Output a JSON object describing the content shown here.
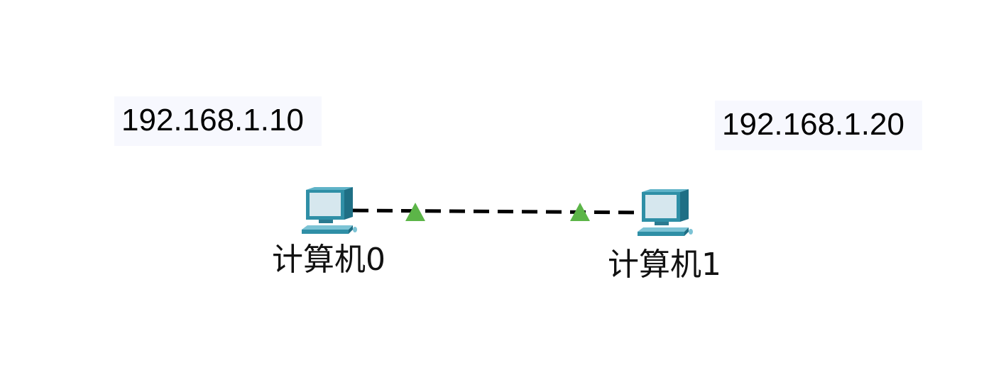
{
  "diagram": {
    "colors": {
      "link_line": "#000000",
      "link_status_up": "#5cb548",
      "note_background": "#f7f8fe",
      "pc_body": "#2f8fa6",
      "pc_screen": "#d6e7ee"
    },
    "devices": [
      {
        "label": "计算机0",
        "ip_note": "192.168.1.10",
        "icon": "pc-icon"
      },
      {
        "label": "计算机1",
        "ip_note": "192.168.1.20",
        "icon": "pc-icon"
      }
    ],
    "link": {
      "style": "dashed",
      "from": "计算机0",
      "to": "计算机1",
      "status_icons": [
        "link-up-triangle-icon",
        "link-up-triangle-icon"
      ]
    }
  }
}
